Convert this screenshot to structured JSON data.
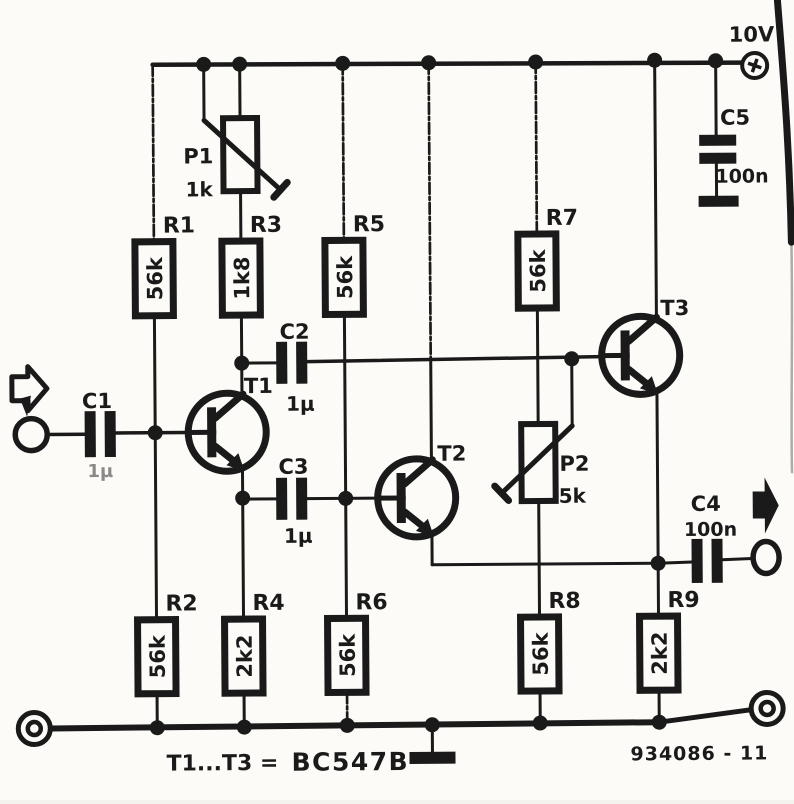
{
  "diagram": {
    "type": "analog-audio-schematic",
    "colors": {
      "ink": "#1a1a1a",
      "paper": "#fcfbf7"
    },
    "supply": {
      "label": "10V"
    },
    "resistors": {
      "R1": {
        "label": "R1",
        "value": "56k"
      },
      "R2": {
        "label": "R2",
        "value": "56k"
      },
      "R3": {
        "label": "R3",
        "value": "1k8"
      },
      "R4": {
        "label": "R4",
        "value": "2k2"
      },
      "R5": {
        "label": "R5",
        "value": "56k"
      },
      "R6": {
        "label": "R6",
        "value": "56k"
      },
      "R7": {
        "label": "R7",
        "value": "56k"
      },
      "R8": {
        "label": "R8",
        "value": "56k"
      },
      "R9": {
        "label": "R9",
        "value": "2k2"
      }
    },
    "potentiometers": {
      "P1": {
        "label": "P1",
        "value": "1k"
      },
      "P2": {
        "label": "P2",
        "value": "5k"
      }
    },
    "capacitors": {
      "C1": {
        "label": "C1",
        "value": "1µ"
      },
      "C2": {
        "label": "C2",
        "value": "1µ"
      },
      "C3": {
        "label": "C3",
        "value": "1µ"
      },
      "C4": {
        "label": "C4",
        "value": "100n"
      },
      "C5": {
        "label": "C5",
        "value": "100n"
      }
    },
    "transistors": {
      "T1": {
        "label": "T1"
      },
      "T2": {
        "label": "T2"
      },
      "T3": {
        "label": "T3"
      }
    },
    "note": {
      "lhs": "T1...T3 =",
      "rhs": "BC547B"
    },
    "figure_number": "934086 - 11"
  }
}
